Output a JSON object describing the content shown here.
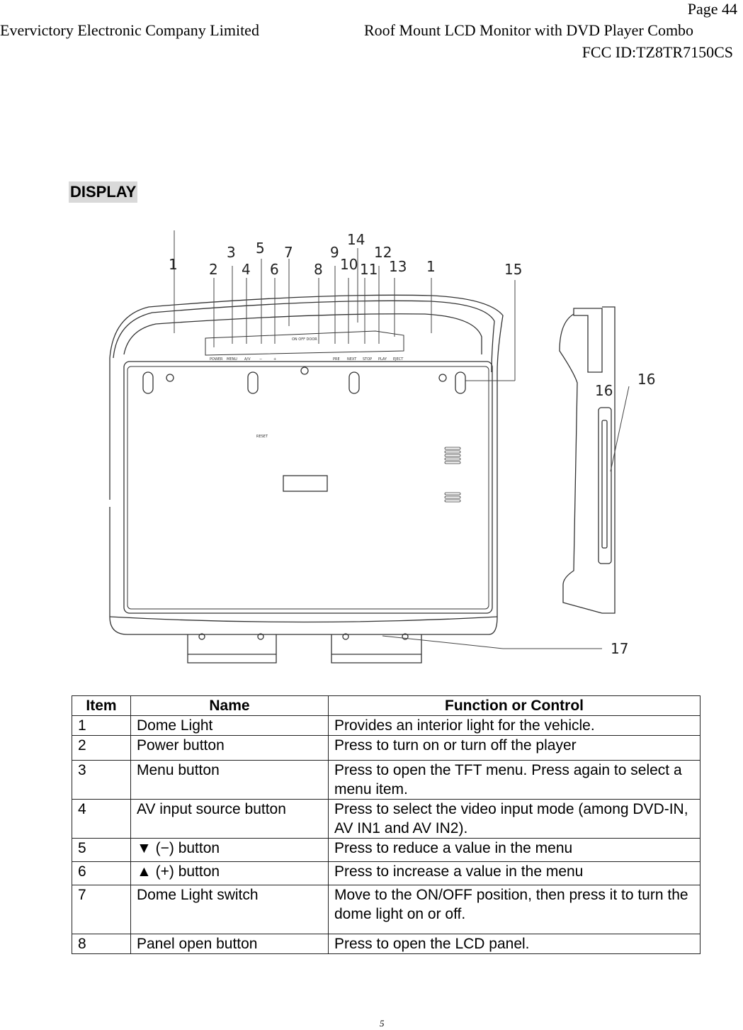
{
  "header": {
    "page": "Page 44",
    "company": "Evervictory Electronic Company Limited",
    "product": "Roof Mount LCD Monitor with DVD Player Combo",
    "fcc_id": "FCC ID:TZ8TR7150CS"
  },
  "section": {
    "title": "DISPLAY"
  },
  "diagram": {
    "callouts": [
      "1",
      "2",
      "3",
      "4",
      "5",
      "6",
      "7",
      "8",
      "9",
      "10",
      "11",
      "12",
      "13",
      "14",
      "15",
      "16",
      "17"
    ],
    "button_labels": [
      "POWER",
      "MENU",
      "A/V",
      "−",
      "+",
      "PRE",
      "NEXT",
      "STOP",
      "PLAY",
      "EJECT"
    ],
    "switch_labels": [
      "ON",
      "OFF",
      "DOOR"
    ],
    "reset_label": "RESET"
  },
  "table": {
    "headers": [
      "Item",
      "Name",
      "Function or Control"
    ],
    "rows": [
      {
        "item": "1",
        "name": "Dome Light",
        "function": "Provides an interior light for the vehicle."
      },
      {
        "item": "2",
        "name": "Power button",
        "function": "Press to turn on or turn off the player"
      },
      {
        "item": "3",
        "name": "Menu button",
        "function": "Press to open the TFT menu. Press again to select a menu item."
      },
      {
        "item": "4",
        "name": "AV input source button",
        "function": "Press to select the video input mode (among DVD-IN, AV IN1 and AV IN2)."
      },
      {
        "item": "5",
        "name": "▼ (−) button",
        "function": "Press to reduce a value in the menu"
      },
      {
        "item": "6",
        "name": "▲ (+)  button",
        "function": "Press to increase a value in the menu"
      },
      {
        "item": "7",
        "name": "Dome Light switch",
        "function": "Move to the ON/OFF position, then press it to turn the dome light on or off."
      },
      {
        "item": "8",
        "name": "Panel open button",
        "function": "Press to open the LCD panel."
      }
    ]
  },
  "footer": {
    "page_number": "5"
  }
}
